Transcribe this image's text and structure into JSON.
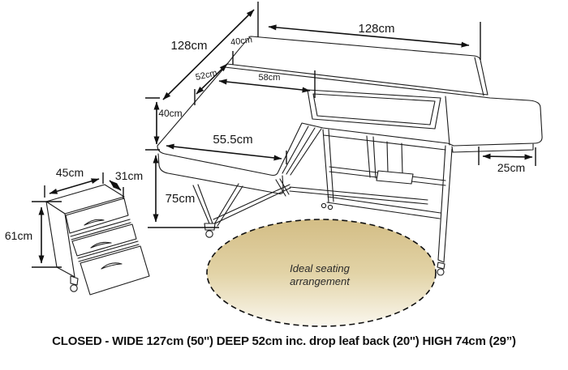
{
  "page": {
    "background": "#ffffff"
  },
  "diagram": {
    "type": "technical-dimension-drawing",
    "subject": "Sewing table with drop leaves, machine platform cabinet and three-drawer caddy",
    "table_dims": {
      "diagonal_total_depth": "128cm",
      "top_width": "128cm",
      "back_leaf_depth": "40cm",
      "center_depth": "52cm",
      "front_leaf_depth": "40cm",
      "machine_recess_width": "58cm",
      "left_top_width": "55.5cm",
      "floor_to_top_height": "75cm",
      "right_leaf_width": "25cm"
    },
    "caddy_dims": {
      "width": "45cm",
      "depth": "31cm",
      "height": "61cm"
    },
    "seating_oval": {
      "line1": "Ideal seating",
      "line2": "arrangement"
    },
    "caption": "CLOSED - WIDE 127cm (50'') DEEP 52cm inc. drop leaf back (20'') HIGH 74cm  (29”)"
  },
  "colors": {
    "line": "#1c1c1c",
    "oval_top": "#d3bd85",
    "oval_mid": "#e2d3a6",
    "oval_bottom": "#faf7ee"
  }
}
